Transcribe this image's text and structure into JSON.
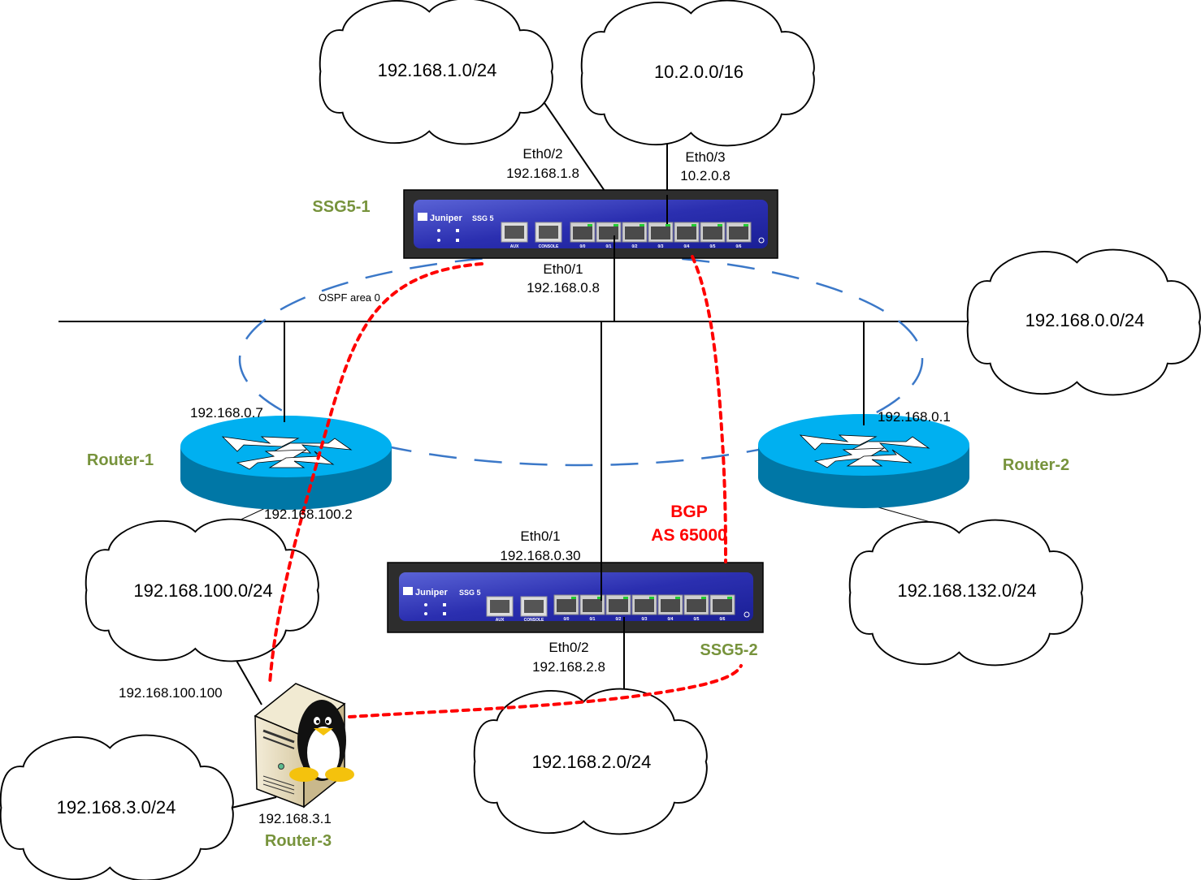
{
  "diagram": {
    "title": "SSG5 OSPF area 0 / BGP AS 65000 network topology",
    "colors": {
      "device_label": "#77933c",
      "bgp": "#ff0000",
      "ospf": "#3b78c8",
      "router_top": "#00b0f0",
      "router_side": "#0077a6",
      "firewall_panel": "#2b2fb0",
      "firewall_body": "#2d2d2d"
    },
    "clouds": [
      {
        "id": "net-192-168-1",
        "label": "192.168.1.0/24"
      },
      {
        "id": "net-10-2",
        "label": "10.2.0.0/16"
      },
      {
        "id": "net-192-168-0",
        "label": "192.168.0.0/24"
      },
      {
        "id": "net-192-168-100",
        "label": "192.168.100.0/24"
      },
      {
        "id": "net-192-168-132",
        "label": "192.168.132.0/24"
      },
      {
        "id": "net-192-168-2",
        "label": "192.168.2.0/24"
      },
      {
        "id": "net-192-168-3",
        "label": "192.168.3.0/24"
      }
    ],
    "devices": {
      "ssg5_1": {
        "name": "SSG5-1",
        "brand": "Juniper",
        "model": "SSG 5",
        "ports": [
          "0/0",
          "0/1",
          "0/2",
          "0/3",
          "0/4",
          "0/5",
          "0/6"
        ],
        "aux_label": "AUX",
        "console_label": "CONSOLE",
        "interfaces": [
          {
            "name": "Eth0/2",
            "ip": "192.168.1.8"
          },
          {
            "name": "Eth0/3",
            "ip": "10.2.0.8"
          },
          {
            "name": "Eth0/1",
            "ip": "192.168.0.8"
          }
        ]
      },
      "ssg5_2": {
        "name": "SSG5-2",
        "brand": "Juniper",
        "model": "SSG 5",
        "ports": [
          "0/0",
          "0/1",
          "0/2",
          "0/3",
          "0/4",
          "0/5",
          "0/6"
        ],
        "aux_label": "AUX",
        "console_label": "CONSOLE",
        "interfaces": [
          {
            "name": "Eth0/1",
            "ip": "192.168.0.30"
          },
          {
            "name": "Eth0/2",
            "ip": "192.168.2.8"
          }
        ]
      },
      "router_1": {
        "name": "Router-1",
        "ips": [
          "192.168.0.7",
          "192.168.100.2"
        ]
      },
      "router_2": {
        "name": "Router-2",
        "ips": [
          "192.168.0.1"
        ]
      },
      "router_3": {
        "name": "Router-3",
        "ips": [
          "192.168.100.100",
          "192.168.3.1"
        ]
      }
    },
    "annotations": {
      "ospf": "OSPF area 0",
      "bgp_line1": "BGP",
      "bgp_line2": "AS 65000"
    }
  }
}
